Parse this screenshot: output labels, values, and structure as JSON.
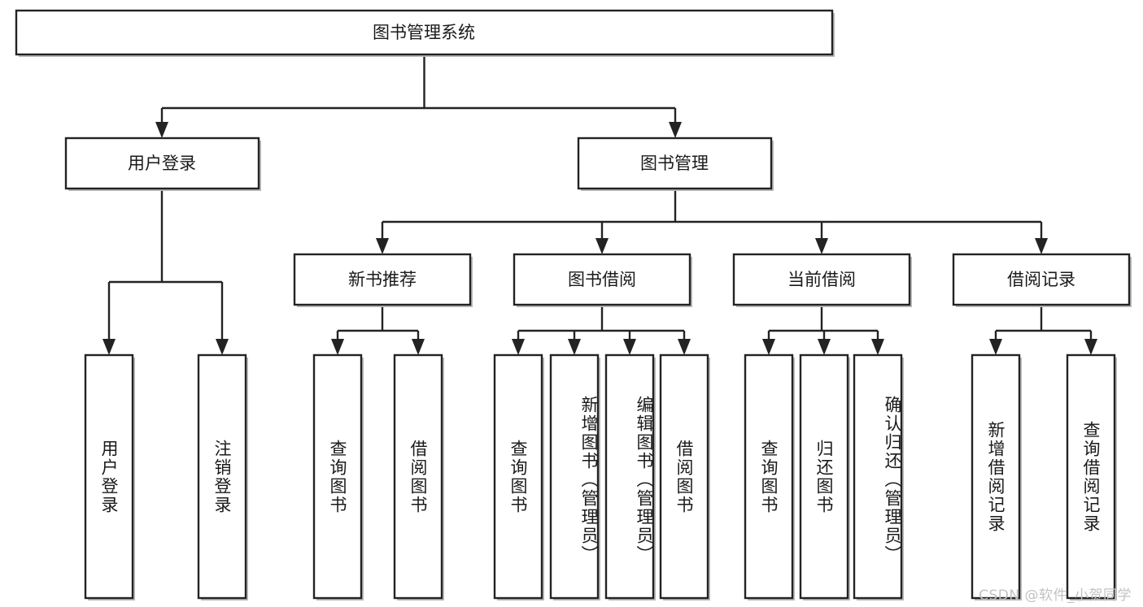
{
  "diagram": {
    "title": "图书管理系统",
    "type": "tree-hierarchy",
    "root": {
      "id": "root",
      "label": "图书管理系统"
    },
    "level2": [
      {
        "id": "user-login",
        "label": "用户登录"
      },
      {
        "id": "book-management",
        "label": "图书管理"
      }
    ],
    "level3": [
      {
        "id": "new-book-recommend",
        "label": "新书推荐"
      },
      {
        "id": "book-borrow",
        "label": "图书借阅"
      },
      {
        "id": "current-borrow",
        "label": "当前借阅"
      },
      {
        "id": "borrow-record",
        "label": "借阅记录"
      }
    ],
    "leaves": {
      "user_login": [
        {
          "id": "leaf-user-login",
          "label": "用户登录"
        },
        {
          "id": "leaf-logout",
          "label": "注销登录"
        }
      ],
      "new_book_recommend": [
        {
          "id": "leaf-query-book-1",
          "label": "查询图书"
        },
        {
          "id": "leaf-borrow-book-1",
          "label": "借阅图书"
        }
      ],
      "book_borrow": [
        {
          "id": "leaf-query-book-2",
          "label": "查询图书"
        },
        {
          "id": "leaf-add-book",
          "label": "新增图书（管理员）"
        },
        {
          "id": "leaf-edit-book",
          "label": "编辑图书（管理员）"
        },
        {
          "id": "leaf-borrow-book-2",
          "label": "借阅图书"
        }
      ],
      "current_borrow": [
        {
          "id": "leaf-query-book-3",
          "label": "查询图书"
        },
        {
          "id": "leaf-return-book",
          "label": "归还图书"
        },
        {
          "id": "leaf-confirm-return",
          "label": "确认归还（管理员）"
        }
      ],
      "borrow_record": [
        {
          "id": "leaf-add-record",
          "label": "新增借阅记录"
        },
        {
          "id": "leaf-query-record",
          "label": "查询借阅记录"
        }
      ]
    }
  },
  "watermark": {
    "text": "CSDN @软件_小贺同学"
  },
  "colors": {
    "stroke": "#232323",
    "box_fill": "#ffffff",
    "text": "#1a1a1a",
    "watermark": "#c2c2c2",
    "background": "#ffffff"
  }
}
